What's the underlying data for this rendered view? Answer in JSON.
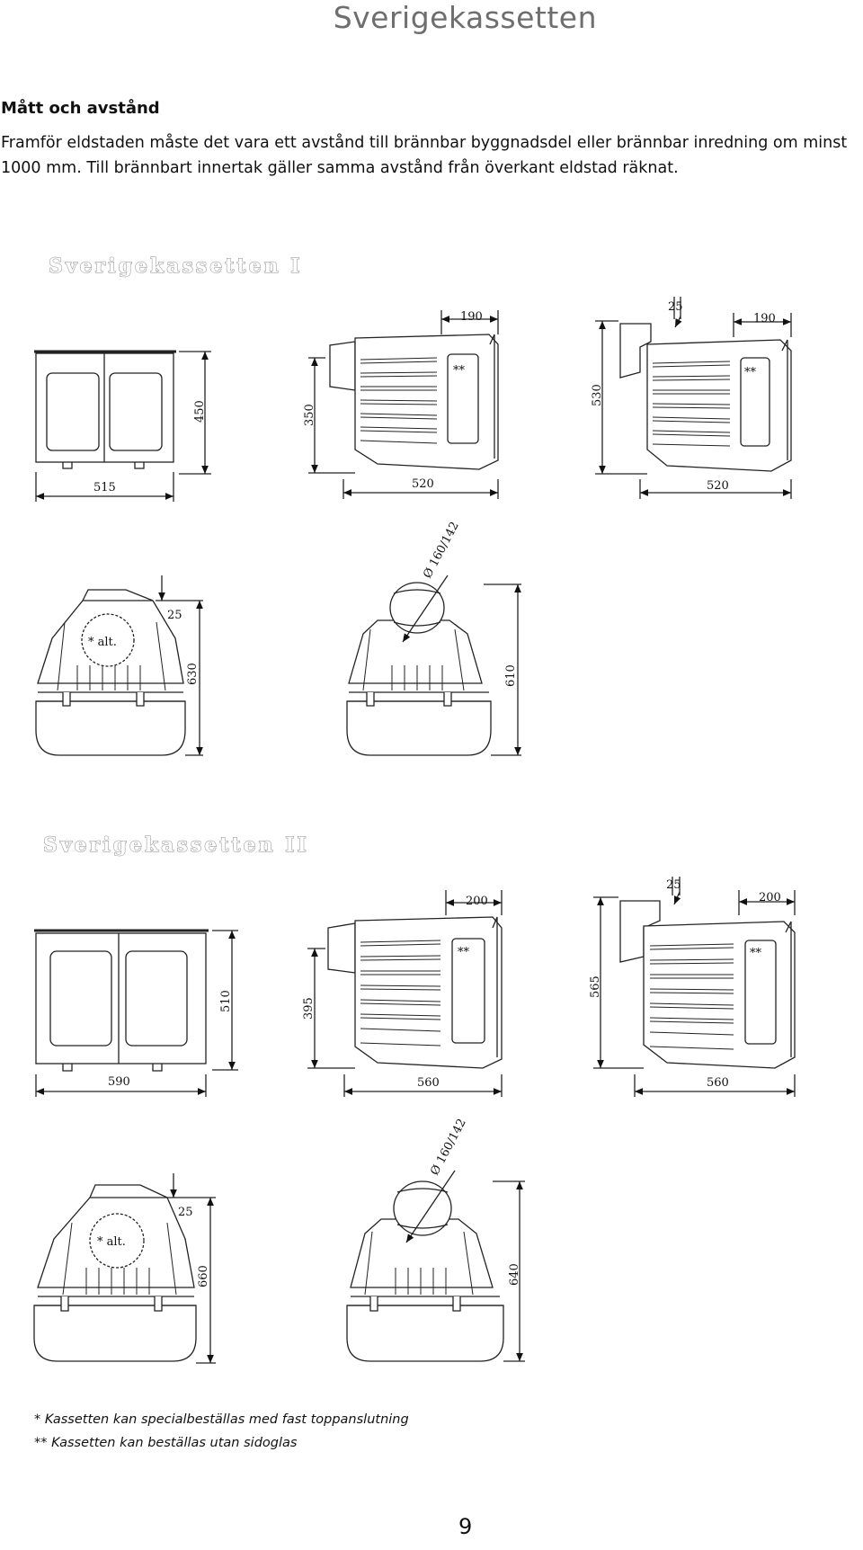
{
  "header": {
    "title": "Sverigekassetten"
  },
  "section": {
    "heading": "Mått och avstånd",
    "body": "Framför eldstaden måste det vara ett avstånd till brännbar byggnadsdel eller brännbar inredning om minst 1000 mm. Till brännbart innertak gäller samma avstånd från överkant eldstad räknat."
  },
  "models": [
    {
      "heading": "Sverigekassetten I",
      "front": {
        "width": "515",
        "height": "450"
      },
      "side": {
        "depth": "520",
        "height": "350",
        "top": "190",
        "mark": "**"
      },
      "side_duct": {
        "depth": "520",
        "height": "530",
        "top": "190",
        "offset": "25",
        "mark": "**"
      },
      "top_alt": {
        "height": "630",
        "offset": "25",
        "label": "* alt."
      },
      "top_round": {
        "height": "610",
        "diameter": "Ø 160/142"
      }
    },
    {
      "heading": "Sverigekassetten II",
      "front": {
        "width": "590",
        "height": "510"
      },
      "side": {
        "depth": "560",
        "height": "395",
        "top": "200",
        "mark": "**"
      },
      "side_duct": {
        "depth": "560",
        "height": "565",
        "top": "200",
        "offset": "25",
        "mark": "**"
      },
      "top_alt": {
        "height": "660",
        "offset": "25",
        "label": "* alt."
      },
      "top_round": {
        "height": "640",
        "diameter": "Ø 160/142"
      }
    }
  ],
  "footnotes": [
    "* Kassetten kan specialbeställas med fast toppanslutning",
    "** Kassetten kan beställas utan sidoglas"
  ],
  "page_number": "9"
}
